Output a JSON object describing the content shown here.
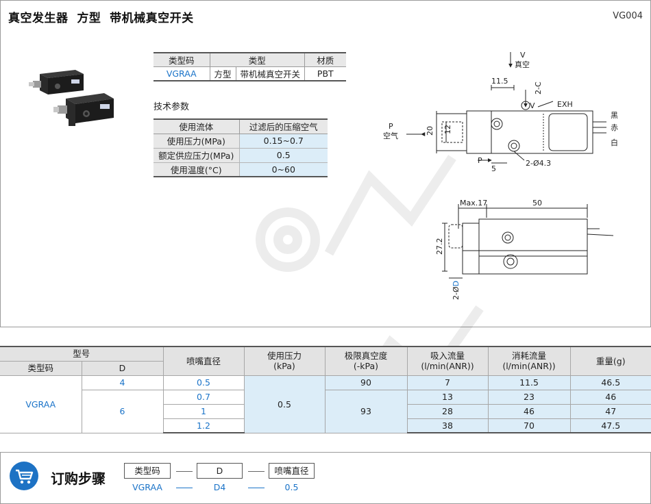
{
  "header": {
    "title": "真空发生器  方型  带机械真空开关",
    "code": "VG004"
  },
  "type_table": {
    "headers": [
      "类型码",
      "类型",
      "材质"
    ],
    "row": [
      "VGRAA",
      "方型",
      "带机械真空开关",
      "PBT"
    ]
  },
  "tech": {
    "label": "技术参数",
    "headers": [
      "使用流体",
      "过滤后的压缩空气"
    ],
    "rows": [
      [
        "使用压力(MPa)",
        "0.15~0.7"
      ],
      [
        "额定供应压力(MPa)",
        "0.5"
      ],
      [
        "使用温度(°C)",
        "0~60"
      ]
    ]
  },
  "drawing": {
    "labels": {
      "v": "V",
      "vacuum": "真空",
      "p": "P",
      "air": "空气",
      "dim_11_5": "11.5",
      "two_c": "2-C",
      "exh": "EXH",
      "black": "黑",
      "red": "赤",
      "white": "白",
      "dim_20": "20",
      "dim_12": "12",
      "dim_5": "5",
      "hole": "2-Ø4.3",
      "max17": "Max.17",
      "dim_50": "50",
      "dim_27_2": "27.2",
      "two_d_prefix": "2-Ø",
      "two_d_d": "D"
    }
  },
  "data_table": {
    "group_header": "型号",
    "sub_headers": [
      "类型码",
      "D"
    ],
    "headers": [
      "喷嘴直径",
      "使用压力\n(kPa)",
      "极限真空度\n(-kPa)",
      "吸入流量\n(l/min(ANR))",
      "消耗流量\n(l/min(ANR))",
      "重量(g)"
    ],
    "type_code": "VGRAA",
    "pressure": "0.5",
    "rows": [
      {
        "d": "4",
        "nozzle": "0.5",
        "vacuum": "90",
        "suction": "7",
        "consumption": "11.5",
        "weight": "46.5"
      },
      {
        "d": "6",
        "nozzle": "0.7",
        "vacuum": "93",
        "suction": "13",
        "consumption": "23",
        "weight": "46"
      },
      {
        "d": "",
        "nozzle": "1",
        "vacuum": "",
        "suction": "28",
        "consumption": "46",
        "weight": "47"
      },
      {
        "d": "",
        "nozzle": "1.2",
        "vacuum": "",
        "suction": "38",
        "consumption": "70",
        "weight": "47.5"
      }
    ]
  },
  "order": {
    "title": "订购步骤",
    "boxes": [
      "类型码",
      "D",
      "喷嘴直径"
    ],
    "example": [
      "VGRAA",
      "D4",
      "0.5"
    ]
  },
  "colors": {
    "accent_blue": "#1a73c8",
    "cell_blue": "#dcedf8",
    "header_gray": "#e8e8e8"
  }
}
